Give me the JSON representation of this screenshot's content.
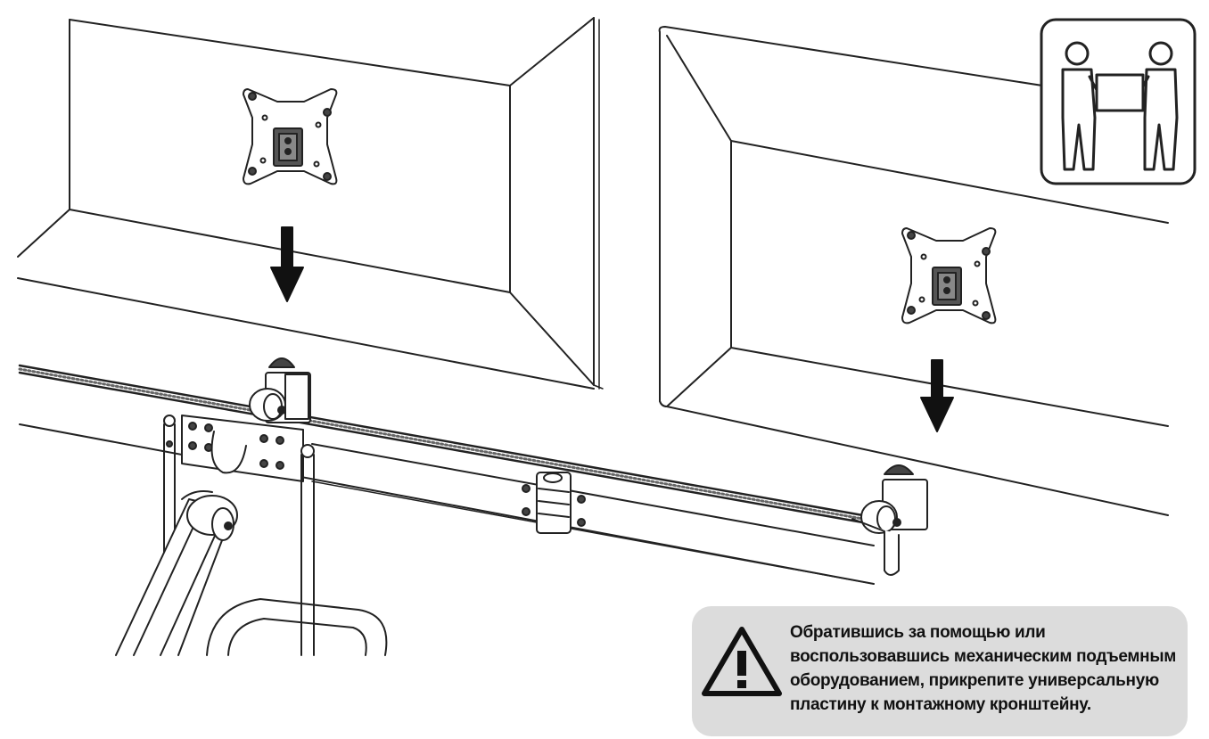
{
  "icons": {
    "team_lift": "two-person-lift-icon",
    "warning": "warning-triangle-icon",
    "arrow": "down-arrow-icon"
  },
  "warning": {
    "lines": [
      "Обратившись за помощью или",
      "воспользовавшись механическим подъемным",
      "оборудованием, прикрепите универсальную",
      "пластину к монтажному кронштейну."
    ]
  },
  "colors": {
    "line": "#222222",
    "panel": "#dcdcdc",
    "background": "#ffffff"
  }
}
